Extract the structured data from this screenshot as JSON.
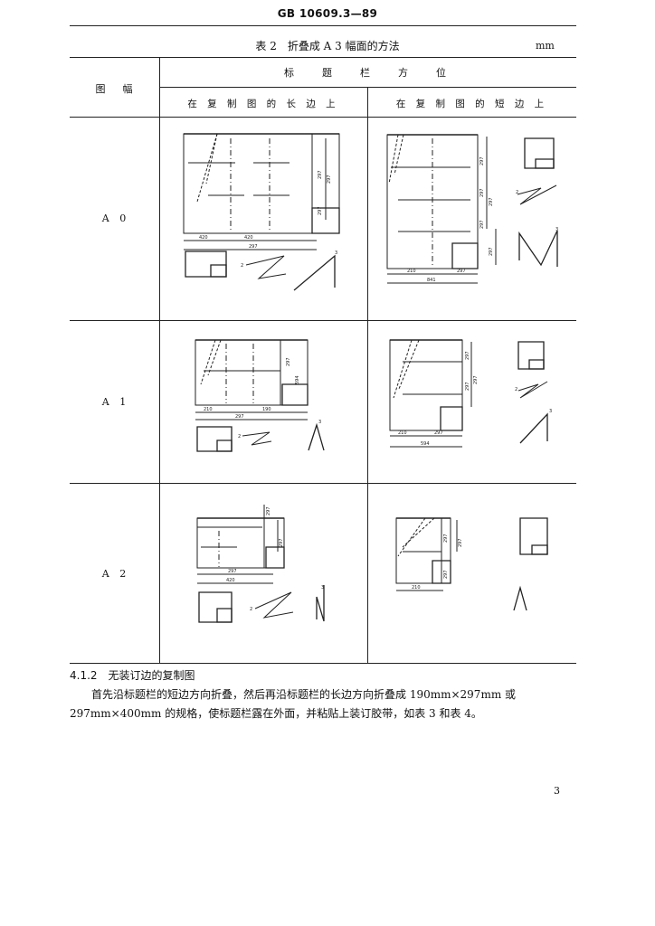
{
  "document": {
    "standard_number": "GB 10609.3—89",
    "table_caption": "表 2　折叠成 A 3 幅面的方法",
    "unit": "mm",
    "header": {
      "row_label": "图　幅",
      "title_block_position": "标　题　栏　方　位",
      "on_long_side": "在 复 制 图 的 长 边 上",
      "on_short_side": "在 复 制 图 的 短 边 上"
    },
    "rows": [
      {
        "label": "A 0"
      },
      {
        "label": "A 1"
      },
      {
        "label": "A 2"
      }
    ],
    "figure_labels": {
      "a0_long": [
        "420",
        "420",
        "297",
        "297",
        "297",
        "297",
        "3",
        "2"
      ],
      "a0_short": [
        "297",
        "297",
        "297",
        "297",
        "297",
        "210",
        "297",
        "841",
        "3",
        "2"
      ],
      "a1_long": [
        "297",
        "594",
        "190",
        "210",
        "297",
        "3",
        "2"
      ],
      "a1_short": [
        "297",
        "297",
        "297",
        "210",
        "297",
        "594",
        "3",
        "2"
      ],
      "a2_long": [
        "297",
        "297",
        "297",
        "420",
        "3",
        "2"
      ],
      "a2_short": [
        "297",
        "297",
        "297",
        "210"
      ]
    },
    "section_heading": "4.1.2　无装订边的复制图",
    "paragraph": "首先沿标题栏的短边方向折叠，然后再沿标题栏的长边方向折叠成 190mm×297mm 或 297mm×400mm 的规格，使标题栏露在外面，并粘贴上装订胶带，如表 3 和表 4。",
    "page_number": "3"
  }
}
